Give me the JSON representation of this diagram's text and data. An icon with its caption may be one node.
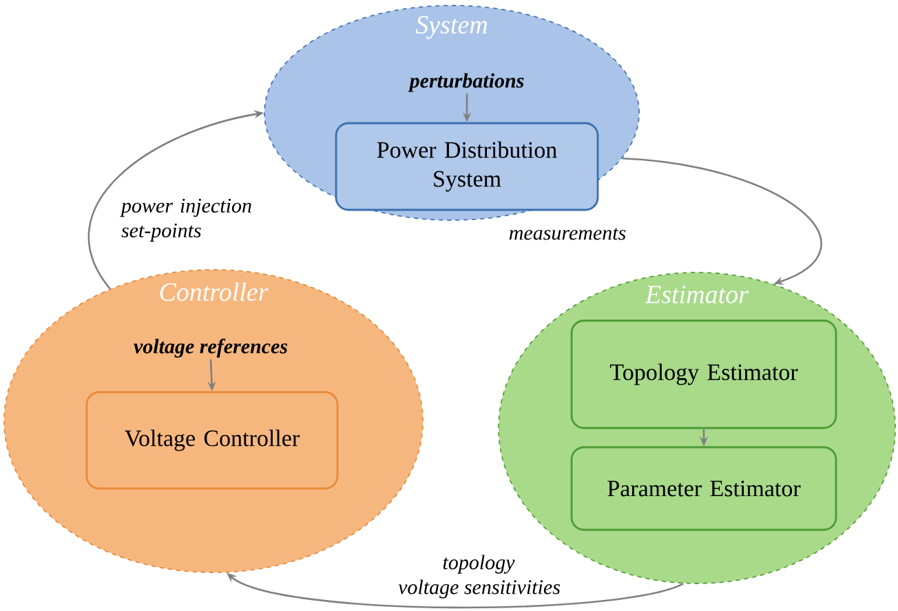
{
  "diagram": {
    "nodes": [
      {
        "text": [
          "System"
        ]
      },
      {
        "text": [
          "perturbations"
        ],
        "in": 0
      },
      {
        "text": [
          "Power Distribution System"
        ],
        "in": 0
      },
      {
        "text": [
          "Estimator"
        ]
      },
      {
        "text": [
          "Topology Estimator"
        ],
        "in": 3
      },
      {
        "text": [
          "Parameter Estimator"
        ],
        "in": 3
      },
      {
        "text": [
          "Controller"
        ]
      },
      {
        "text": [
          "voltage references"
        ],
        "in": 6
      },
      {
        "text": [
          "Voltage Controller"
        ],
        "in": 6
      }
    ],
    "edges": [
      {
        "from": 1,
        "to": 2,
        "arrow": "to"
      },
      {
        "from": 0,
        "to": 3,
        "arrow": "to",
        "label": "measurements"
      },
      {
        "from": 4,
        "to": 5,
        "arrow": "to"
      },
      {
        "from": 3,
        "to": 6,
        "arrow": "to",
        "label": "topology voltage sensitivities"
      },
      {
        "from": 6,
        "to": 0,
        "arrow": "to",
        "label": "power injection set-points"
      },
      {
        "from": 7,
        "to": 8,
        "arrow": "to"
      }
    ]
  }
}
